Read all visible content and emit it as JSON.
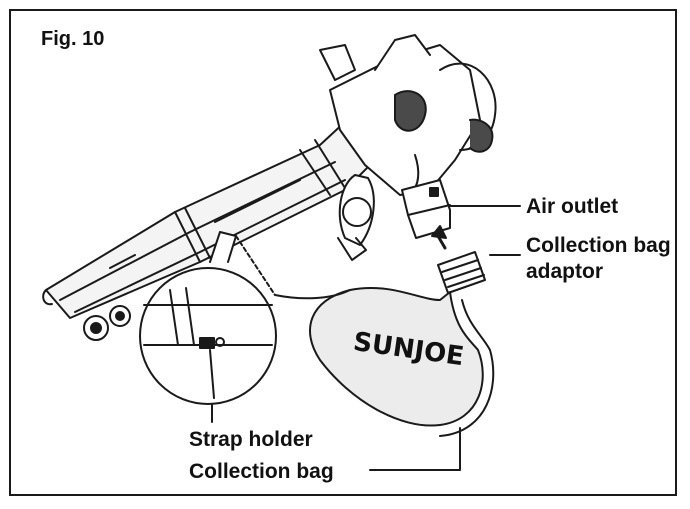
{
  "figure": {
    "title": "Fig. 10",
    "brand_text": "SUNJOE",
    "labels": {
      "air_outlet": "Air outlet",
      "collection_bag_adaptor": "Collection bag adaptor",
      "strap_holder": "Strap holder",
      "collection_bag": "Collection bag"
    }
  },
  "colors": {
    "line": "#1a1a1a",
    "bag_fill": "#ececec",
    "tube_fill": "#f4f4f4",
    "motor_fill": "#4a4a4a"
  }
}
